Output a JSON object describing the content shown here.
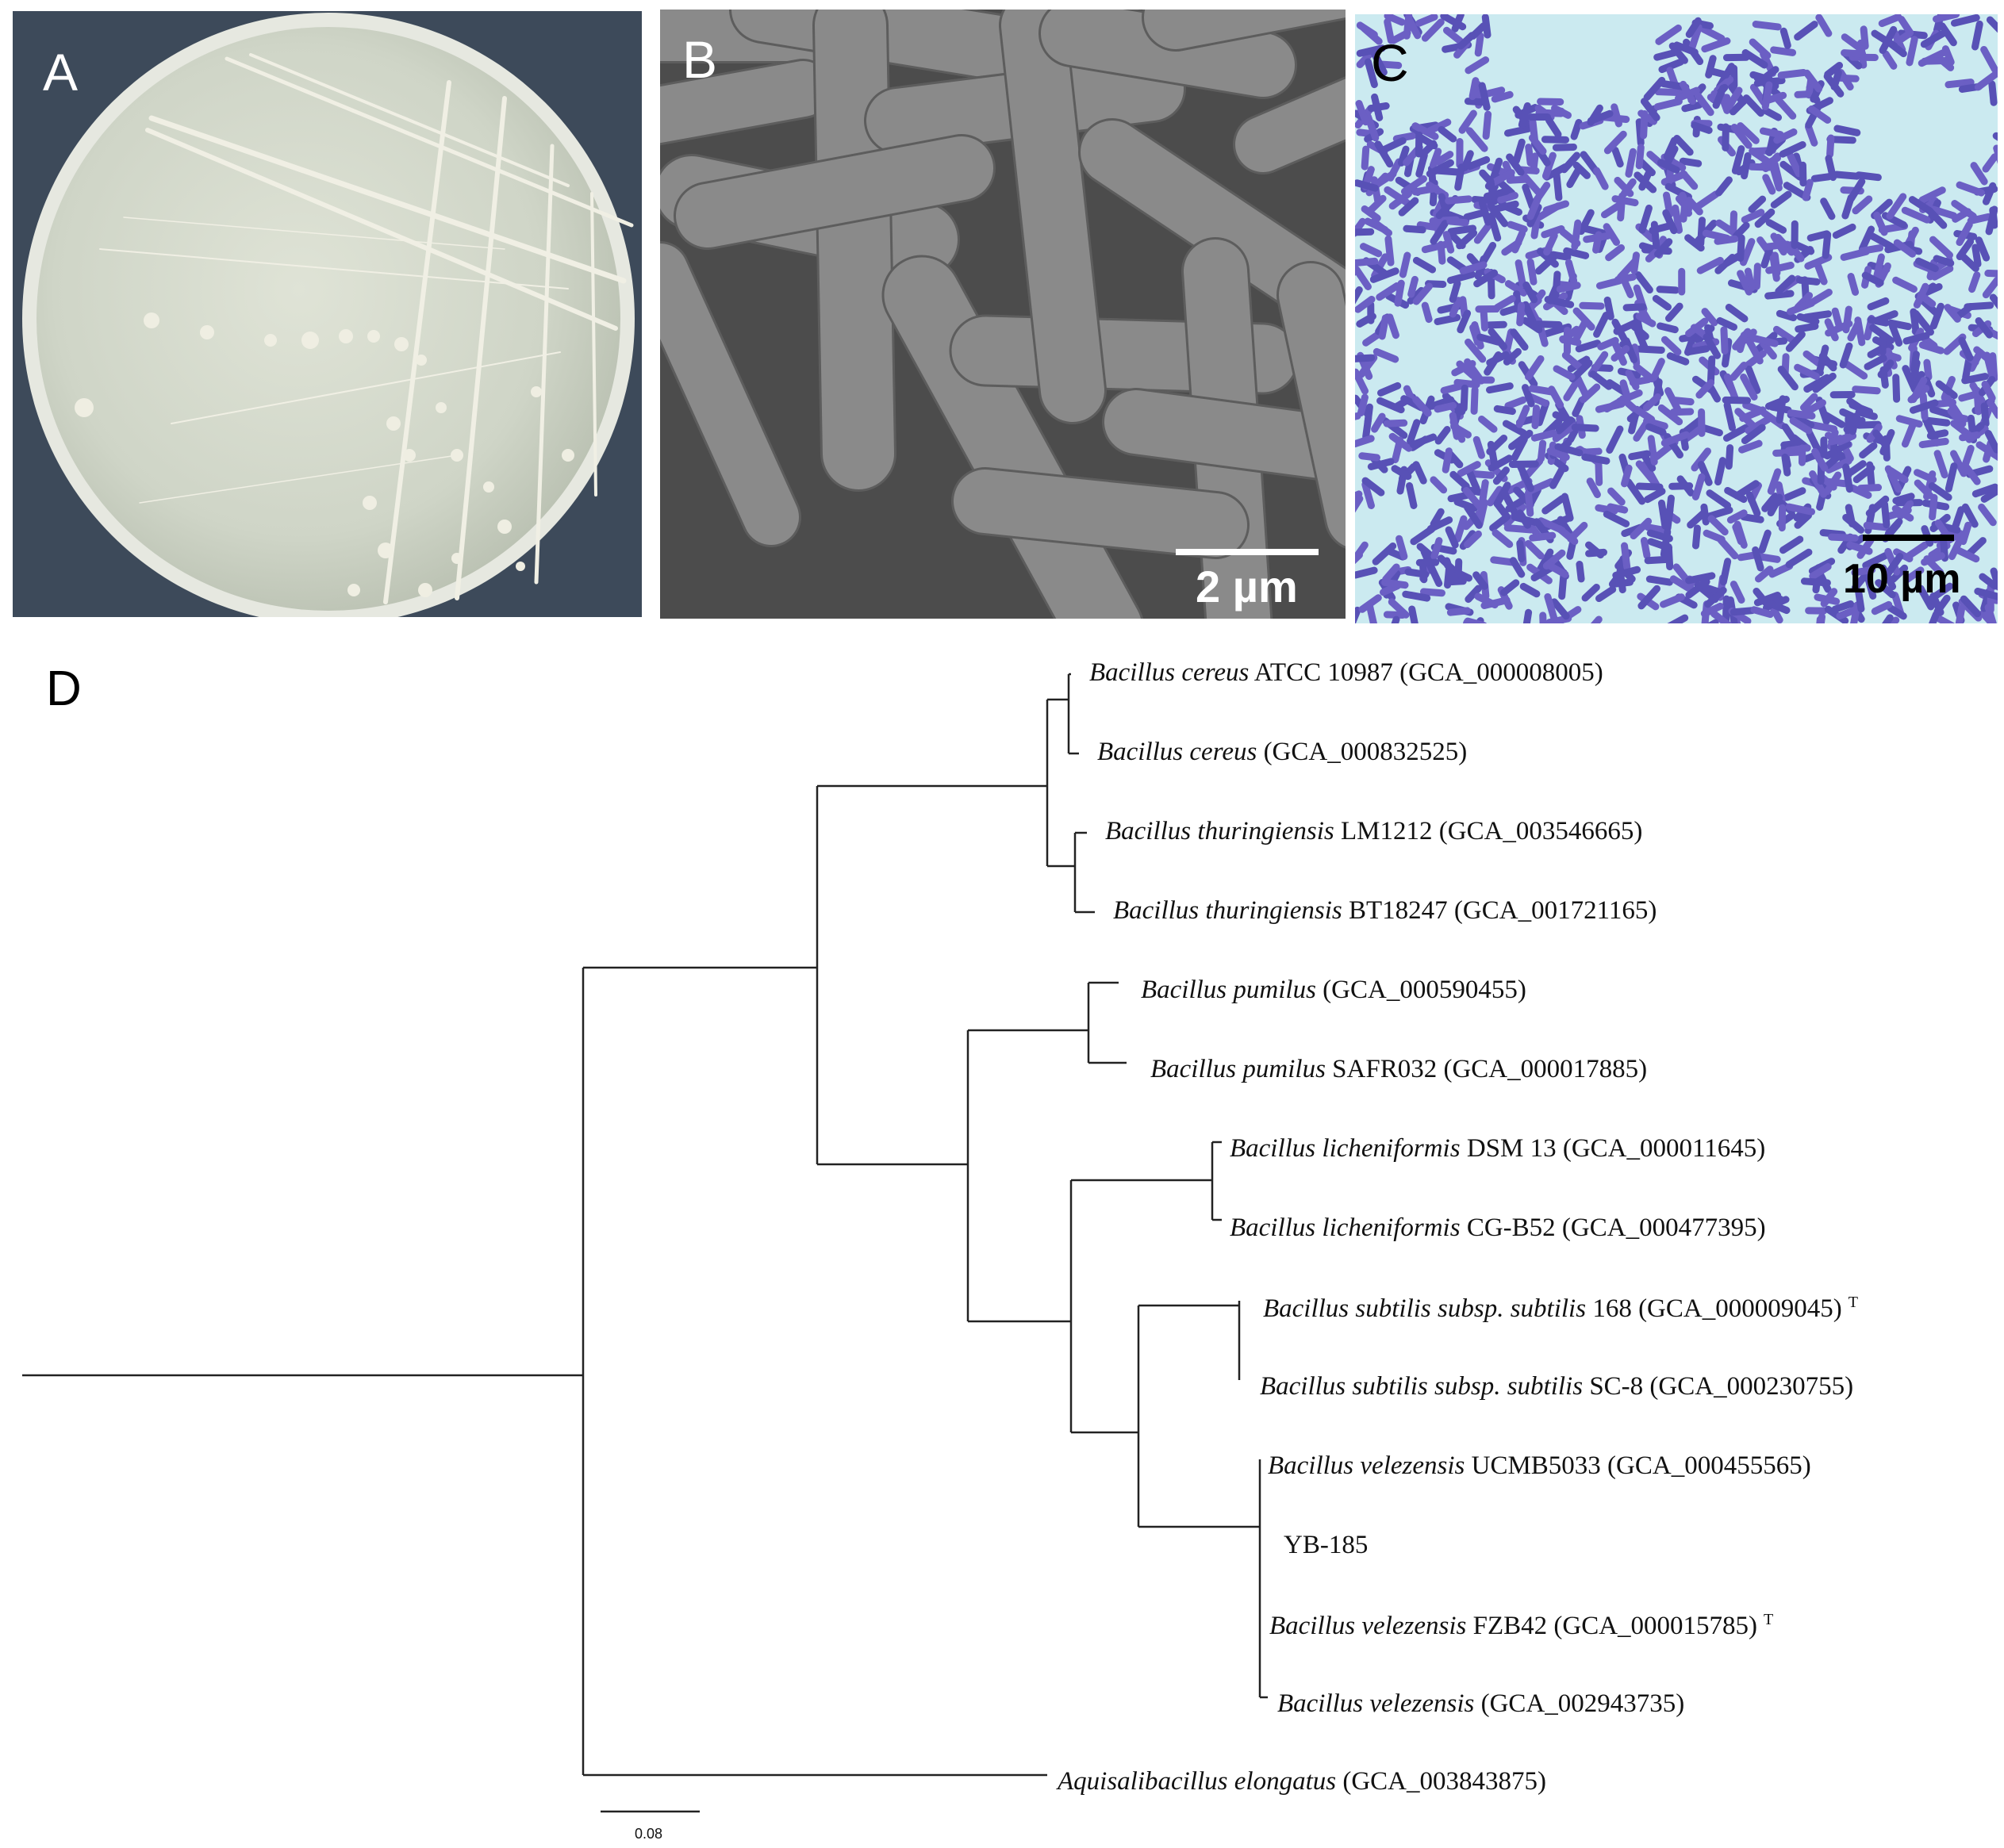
{
  "panels": {
    "a": {
      "letter": "A"
    },
    "b": {
      "letter": "B",
      "scale_bar": "2 µm"
    },
    "c": {
      "letter": "C",
      "scale_bar": "10 µm"
    },
    "d": {
      "letter": "D"
    }
  },
  "tree": {
    "scale_bar_label": "0.08",
    "taxa": [
      {
        "italic": "Bacillus cereus",
        "plain": " ATCC 10987 (GCA_000008005)",
        "sup": ""
      },
      {
        "italic": "Bacillus cereus",
        "plain": " (GCA_000832525)",
        "sup": ""
      },
      {
        "italic": "Bacillus thuringiensis",
        "plain": " LM1212 (GCA_003546665)",
        "sup": ""
      },
      {
        "italic": "Bacillus thuringiensis",
        "plain": " BT18247 (GCA_001721165)",
        "sup": ""
      },
      {
        "italic": "Bacillus pumilus",
        "plain": " (GCA_000590455)",
        "sup": ""
      },
      {
        "italic": "Bacillus pumilus",
        "plain": " SAFR032 (GCA_000017885)",
        "sup": ""
      },
      {
        "italic": "Bacillus licheniformis",
        "plain": " DSM 13 (GCA_000011645)",
        "sup": ""
      },
      {
        "italic": "Bacillus licheniformis",
        "plain": " CG-B52 (GCA_000477395)",
        "sup": ""
      },
      {
        "italic": "Bacillus subtilis subsp. subtilis",
        "plain": " 168 (GCA_000009045)",
        "sup": "T"
      },
      {
        "italic": "Bacillus subtilis subsp. subtilis",
        "plain": " SC-8 (GCA_000230755)",
        "sup": ""
      },
      {
        "italic": "Bacillus velezensis",
        "plain": " UCMB5033 (GCA_000455565)",
        "sup": ""
      },
      {
        "italic": "",
        "plain": "YB-185",
        "sup": ""
      },
      {
        "italic": "Bacillus velezensis",
        "plain": " FZB42 (GCA_000015785)",
        "sup": "T"
      },
      {
        "italic": "Bacillus velezensis",
        "plain": " (GCA_002943735)",
        "sup": ""
      },
      {
        "italic": "Aquisalibacillus elongatus",
        "plain": " (GCA_003843875)",
        "sup": ""
      }
    ]
  },
  "colors": {
    "plate_background": "#3d4a5a",
    "agar": "#d3d8cc",
    "sem_grey": "#7a7a7a",
    "stain_background": "#cbeaf0",
    "stain_cell": "#5a56b5"
  }
}
